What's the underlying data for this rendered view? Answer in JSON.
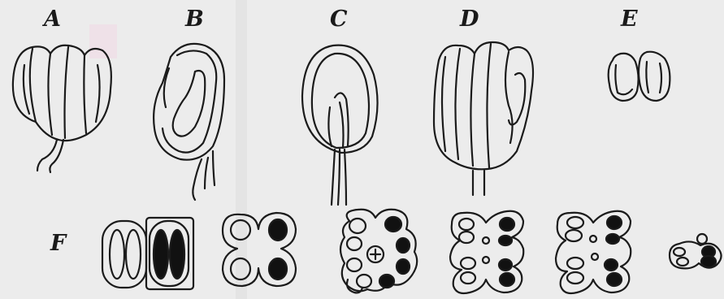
{
  "figure": {
    "labels": {
      "A": "A",
      "B": "B",
      "C": "C",
      "D": "D",
      "E": "E",
      "F": "F"
    }
  }
}
